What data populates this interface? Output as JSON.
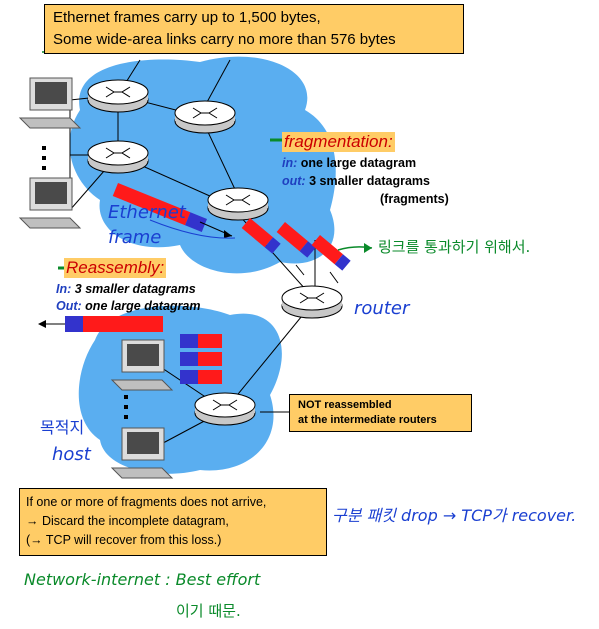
{
  "top_box": {
    "line1": "Ethernet frames carry up to 1,500 bytes,",
    "line2": "Some wide-area links carry no more than 576 bytes"
  },
  "fragmentation": {
    "title": "fragmentation:",
    "in_label": "in:",
    "in_text": "one large datagram",
    "out_label": "out:",
    "out_text": "3 smaller datagrams",
    "out_note": "(fragments)"
  },
  "reassembly": {
    "title": "Reassembly:",
    "in_label": "In:",
    "in_text": "3 smaller datagrams",
    "out_label": "Out:",
    "out_text": "one large datagram"
  },
  "not_box": {
    "line1": "NOT reassembled",
    "line2": "at the intermediate routers"
  },
  "bottom_box": {
    "line1": "If one or more of fragments does not arrive,",
    "line2": "→ Discard the incomplete datagram,",
    "line3": "(→ TCP will recover from this loss.)"
  },
  "handwriting": {
    "ethernet": "Ethernet",
    "frame": "frame",
    "router": "router",
    "korean_right": "링크를 통과하기 위해서.",
    "korean_host": "목적지",
    "host": "host",
    "drop_note": "구분 패킷 drop → TCP가 recover.",
    "network_note": "Network-internet : Best effort",
    "network_note2": "이기 때문."
  },
  "colors": {
    "cloud": "#5aaef0",
    "box": "#ffcc66",
    "red": "#ff1a1a",
    "blue": "#3333cc",
    "handwriting_blue": "#1a3fd1",
    "handwriting_green": "#0a8a2a"
  }
}
